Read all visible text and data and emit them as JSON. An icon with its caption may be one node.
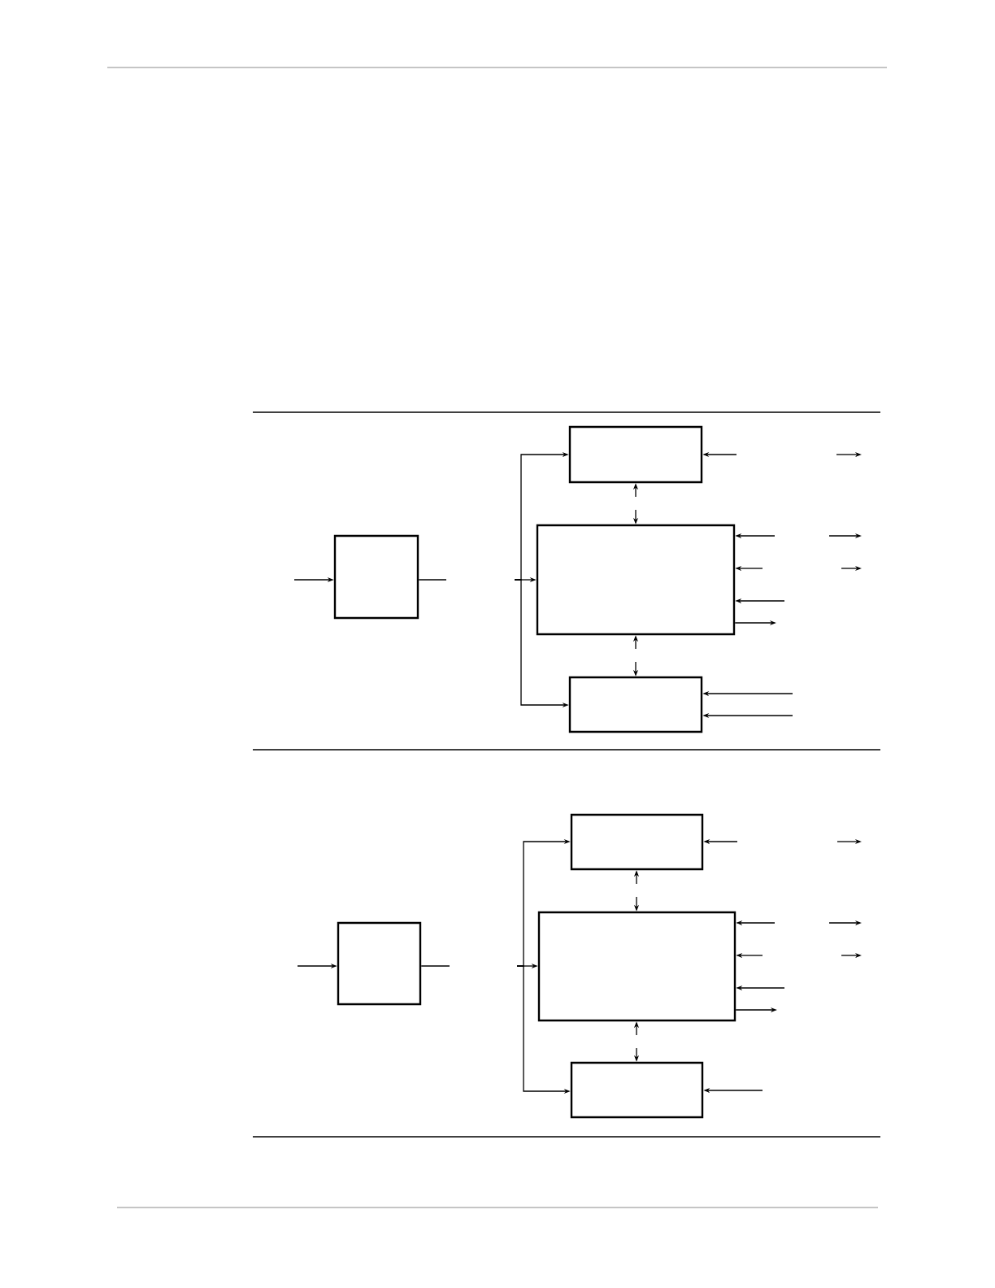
{
  "diagram": {
    "nodes": [
      {
        "text": [],
        "shape": "box"
      },
      {
        "text": [],
        "shape": "box"
      },
      {
        "text": [],
        "shape": "box"
      },
      {
        "text": [],
        "shape": "box"
      },
      {
        "text": [],
        "shape": "box"
      },
      {
        "text": [],
        "shape": "box"
      },
      {
        "text": [],
        "shape": "box"
      },
      {
        "text": [],
        "shape": "box"
      }
    ],
    "edges": [
      {
        "from": null,
        "to": 0,
        "arrow": "to"
      },
      {
        "from": 0,
        "to": null,
        "arrow": "none"
      },
      {
        "from": null,
        "to": 1,
        "arrow": "to"
      },
      {
        "from": null,
        "to": 2,
        "arrow": "to"
      },
      {
        "from": null,
        "to": 3,
        "arrow": "to"
      },
      {
        "from": null,
        "to": 1,
        "arrow": "to"
      },
      {
        "from": null,
        "to": 2,
        "arrow": "to"
      },
      {
        "from": null,
        "to": 2,
        "arrow": "to"
      },
      {
        "from": null,
        "to": 3,
        "arrow": "to"
      },
      {
        "from": null,
        "to": 1,
        "arrow": "to"
      },
      {
        "from": null,
        "to": 2,
        "arrow": "to"
      },
      {
        "from": null,
        "to": 2,
        "arrow": "to"
      },
      {
        "from": null,
        "to": 2,
        "arrow": "to"
      },
      {
        "from": 2,
        "to": null,
        "arrow": "to"
      },
      {
        "from": null,
        "to": 3,
        "arrow": "to"
      },
      {
        "from": null,
        "to": 3,
        "arrow": "to"
      },
      {
        "from": null,
        "to": 4,
        "arrow": "to"
      },
      {
        "from": 4,
        "to": null,
        "arrow": "none"
      },
      {
        "from": null,
        "to": 5,
        "arrow": "to"
      },
      {
        "from": null,
        "to": 6,
        "arrow": "to"
      },
      {
        "from": null,
        "to": 7,
        "arrow": "to"
      },
      {
        "from": null,
        "to": 5,
        "arrow": "to"
      },
      {
        "from": null,
        "to": 6,
        "arrow": "to"
      },
      {
        "from": null,
        "to": 6,
        "arrow": "to"
      },
      {
        "from": null,
        "to": 7,
        "arrow": "to"
      },
      {
        "from": null,
        "to": 5,
        "arrow": "to"
      },
      {
        "from": null,
        "to": 6,
        "arrow": "to"
      },
      {
        "from": null,
        "to": 6,
        "arrow": "to"
      },
      {
        "from": null,
        "to": 6,
        "arrow": "to"
      },
      {
        "from": 6,
        "to": null,
        "arrow": "to"
      },
      {
        "from": null,
        "to": 7,
        "arrow": "to"
      }
    ]
  }
}
